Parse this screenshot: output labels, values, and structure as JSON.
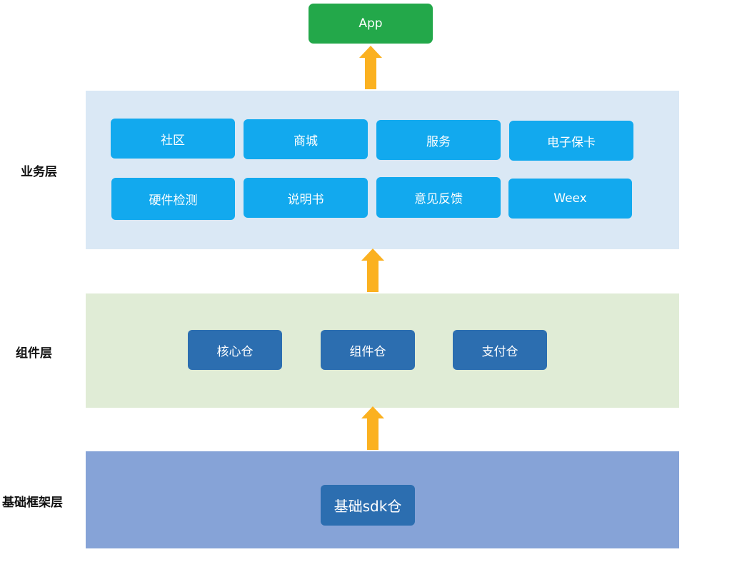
{
  "app": {
    "label": "App"
  },
  "layers": {
    "business": {
      "label": "业务层",
      "modules": [
        "社区",
        "商城",
        "服务",
        "电子保卡",
        "硬件检测",
        "说明书",
        "意见反馈",
        "Weex"
      ]
    },
    "component": {
      "label": "组件层",
      "modules": [
        "核心仓",
        "组件仓",
        "支付仓"
      ]
    },
    "foundation": {
      "label": "基础框架层",
      "modules": [
        "基础sdk仓"
      ]
    }
  },
  "colors": {
    "app_box": "#23a84a",
    "business_band": "#dae8f5",
    "business_module": "#12a9ee",
    "component_band": "#e0ecd6",
    "component_module": "#2c6eb0",
    "foundation_band": "#86a3d7",
    "foundation_module": "#2c6eb0",
    "arrow": "#fbb120"
  }
}
